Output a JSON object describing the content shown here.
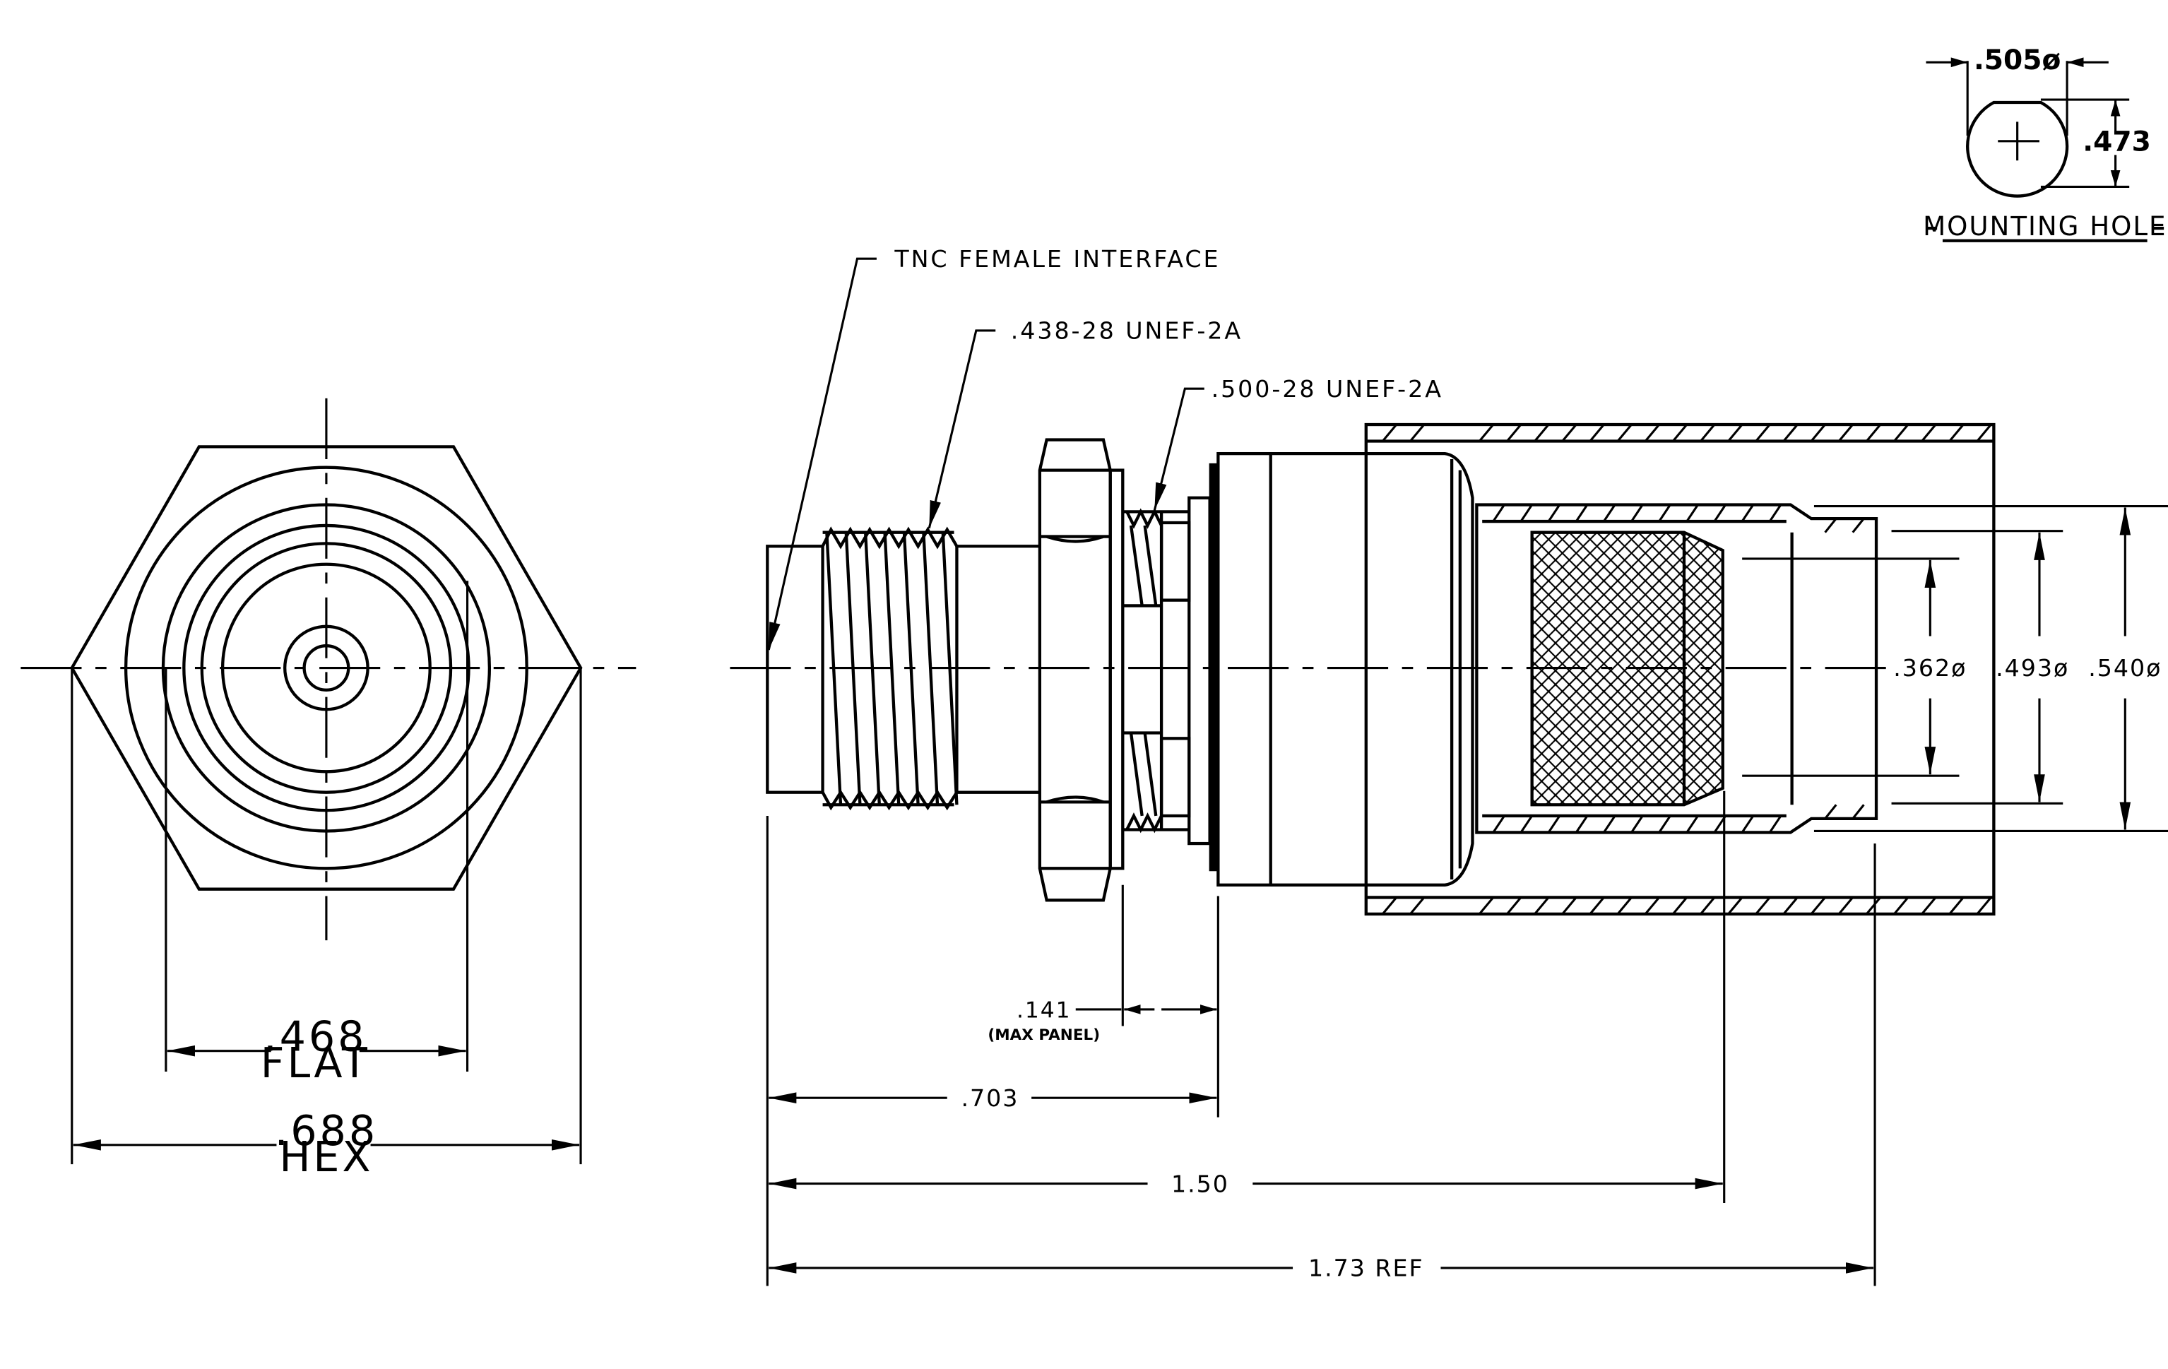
{
  "mounting_hole": {
    "title": "MOUNTING HOLE",
    "dia_label": ".505ø",
    "flat_label": ".473"
  },
  "front_view": {
    "flat_value": ".468",
    "flat_text": "FLAT",
    "hex_value": ".688",
    "hex_text": "HEX"
  },
  "callouts": {
    "interface": "TNC FEMALE INTERFACE",
    "thread_1": ".438-28 UNEF-2A",
    "thread_2": ".500-28 UNEF-2A"
  },
  "dimensions": {
    "panel_value": ".141",
    "panel_note": "(MAX PANEL)",
    "d_703": ".703",
    "d_150": "1.50",
    "d_173": "1.73 REF",
    "dia_362": ".362ø",
    "dia_493": ".493ø",
    "dia_540": ".540ø"
  }
}
